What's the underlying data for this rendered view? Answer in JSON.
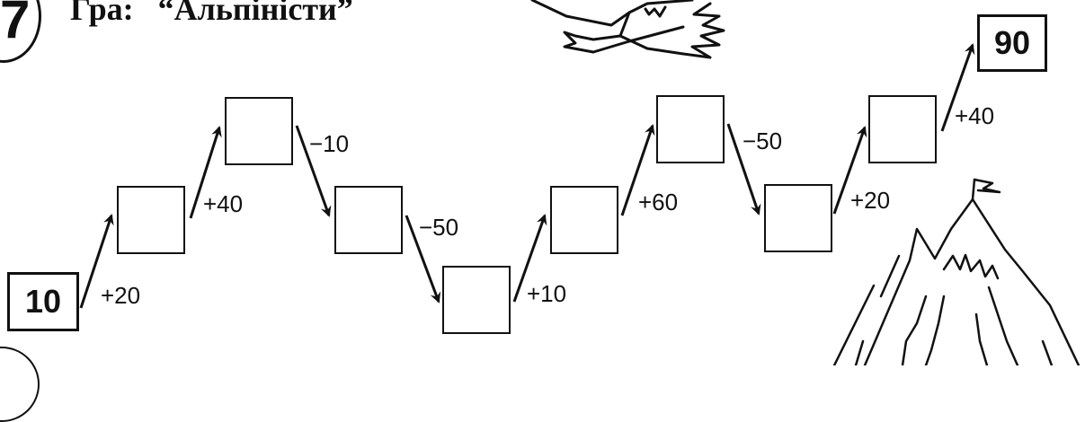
{
  "task": {
    "number": "7",
    "title": "Гра:   “Альпіністи”"
  },
  "puzzle": {
    "start_value": "10",
    "end_value": "90",
    "operations": [
      "+20",
      "+40",
      "−10",
      "−50",
      "+10",
      "+60",
      "−50",
      "+20",
      "+40"
    ]
  },
  "icons": [
    "eagle-drawing",
    "mountain-with-flag-drawing"
  ]
}
